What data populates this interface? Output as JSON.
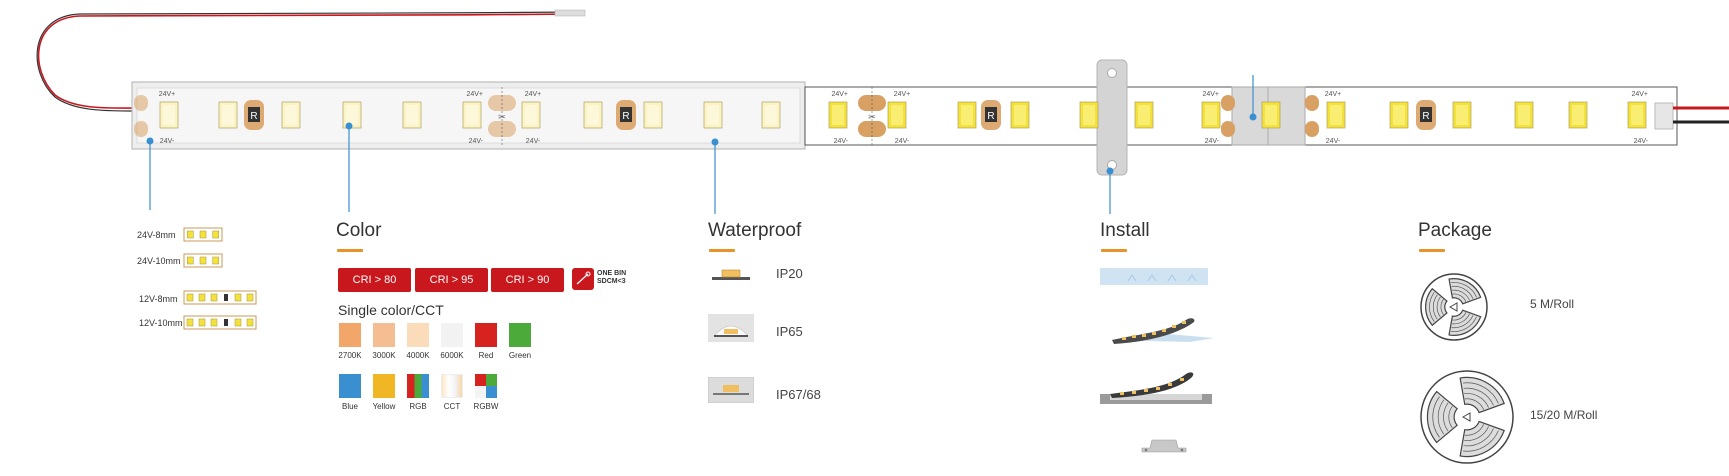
{
  "strip": {
    "pos_label": "24V+",
    "neg_label": "24V-",
    "resistor_label": "R"
  },
  "sizes": {
    "items": [
      {
        "label": "24V-8mm"
      },
      {
        "label": "24V-10mm"
      },
      {
        "label": "12V-8mm"
      },
      {
        "label": "12V-10mm"
      }
    ]
  },
  "color": {
    "title": "Color",
    "cri_buttons": [
      "CRI > 80",
      "CRI > 95",
      "CRI > 90"
    ],
    "onebin_line1": "ONE BIN",
    "onebin_line2": "SDCM<3",
    "single_label": "Single color/CCT",
    "swatches_row1": [
      {
        "label": "2700K",
        "color": "#f2a66a"
      },
      {
        "label": "3000K",
        "color": "#f5be92"
      },
      {
        "label": "4000K",
        "color": "#fbdcba"
      },
      {
        "label": "6000K",
        "color": "#f2f2f2"
      },
      {
        "label": "Red",
        "color": "#d6231f"
      },
      {
        "label": "Green",
        "color": "#4caa3a"
      }
    ],
    "swatches_row2": [
      {
        "label": "Blue",
        "color": "#3a8fd0"
      },
      {
        "label": "Yellow",
        "color": "#f0b623"
      },
      {
        "label": "RGB",
        "color": "multi-rgb"
      },
      {
        "label": "CCT",
        "color": "gradient-cct"
      },
      {
        "label": "RGBW",
        "color": "multi-rgbw"
      }
    ]
  },
  "waterproof": {
    "title": "Waterproof",
    "items": [
      {
        "label": "IP20"
      },
      {
        "label": "IP65"
      },
      {
        "label": "IP67/68"
      }
    ]
  },
  "install": {
    "title": "Install"
  },
  "package": {
    "title": "Package",
    "items": [
      {
        "label": "5 M/Roll"
      },
      {
        "label": "15/20 M/Roll"
      }
    ]
  },
  "colors": {
    "accent": "#e8922a",
    "cri_red": "#c8181e",
    "callout_blue": "#3a8fd0",
    "pad_tan": "#d9a064",
    "led_yellow": "#f5e24a"
  }
}
